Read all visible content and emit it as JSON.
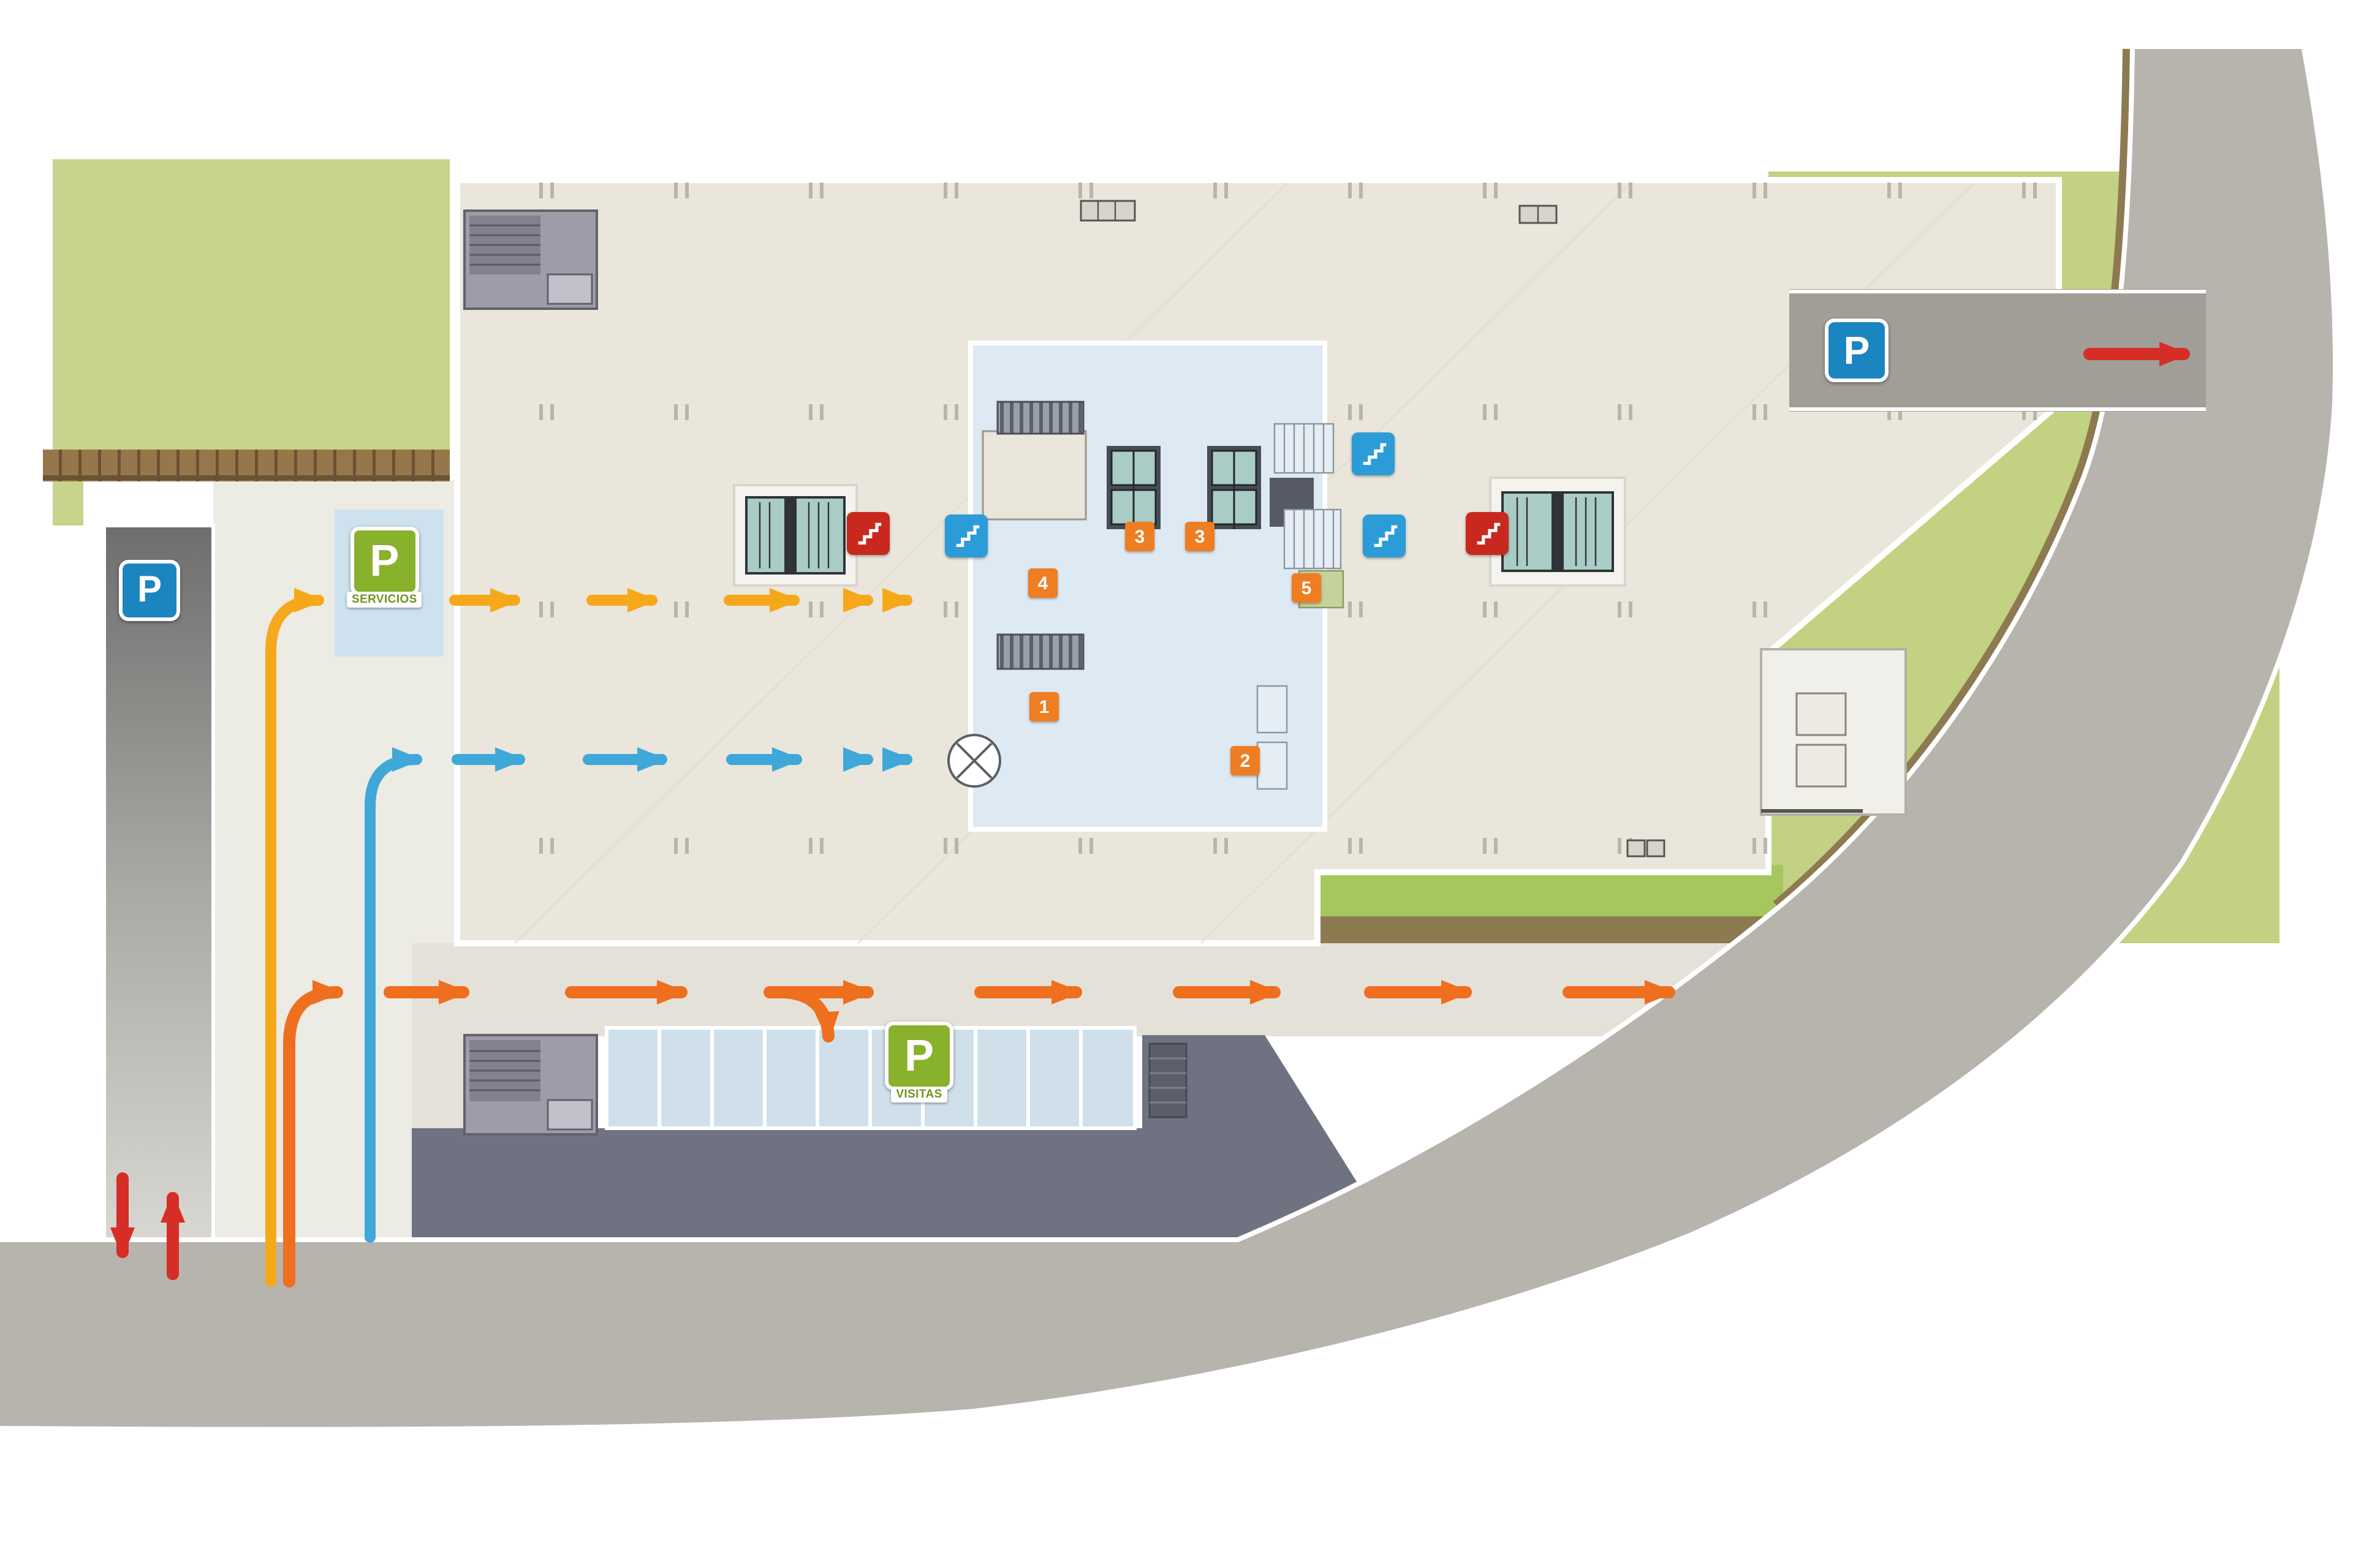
{
  "signs": {
    "parking_ramp_left": {
      "label": "P"
    },
    "parking_exit_right": {
      "label": "P"
    },
    "parking_servicios": {
      "p": "P",
      "label": "SERVICIOS"
    },
    "parking_visitas": {
      "p": "P",
      "label": "VISITAS"
    }
  },
  "zone_badges": {
    "b1": "1",
    "b2": "2",
    "b3a": "3",
    "b3b": "3",
    "b4": "4",
    "b5": "5"
  },
  "icons": {
    "stairs_red_left": "stairs-icon",
    "stairs_red_right": "stairs-icon",
    "stairs_blue_core_left": "stairs-icon",
    "stairs_blue_core_top": "stairs-icon",
    "stairs_blue_core_right": "stairs-icon",
    "revolving_door": "revolving-door-icon"
  },
  "colors": {
    "road": "#b7b4ad",
    "green_main": "#c3d182",
    "green_bright": "#a6c75e",
    "earth_band": "#8d7a50",
    "building_floor": "#eae6dc",
    "core_floor": "#dde9f3",
    "slate_wall": "#6f7280",
    "visitor_stalls": "#cfe0ea",
    "arrow_yellow": "#f6a81b",
    "arrow_blue": "#3fa8d8",
    "arrow_orange": "#ee6f1e",
    "arrow_red": "#d62e26",
    "badge_orange": "#ef7d22",
    "stair_badge_red": "#c9281f",
    "stair_badge_blue": "#2b9cd8",
    "p_sign_blue": "#1b85c0",
    "p_sign_green": "#88b12c"
  },
  "flows": {
    "service_route": {
      "color": "#f6a81b"
    },
    "pedestrian_route": {
      "color": "#3fa8d8"
    },
    "visitor_route": {
      "color": "#ee6f1e"
    },
    "exit_route": {
      "color": "#d62e26"
    }
  }
}
